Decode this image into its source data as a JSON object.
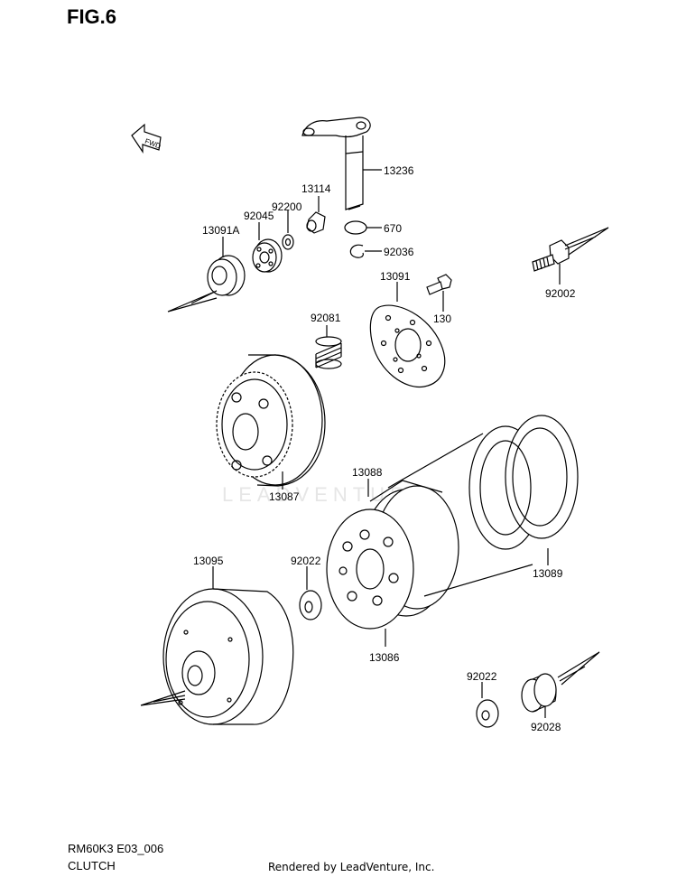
{
  "figure": {
    "title": "FIG.6"
  },
  "watermark": {
    "text": "LEADVENTURE",
    "color": "#e6e6e6"
  },
  "fwd_arrow": {
    "text": "FWD"
  },
  "parts": {
    "p13236": "13236",
    "p13114": "13114",
    "p92200": "92200",
    "p92045": "92045",
    "p13091A": "13091A",
    "p670": "670",
    "p92036": "92036",
    "p92002": "92002",
    "p13091": "13091",
    "p130": "130",
    "p92081": "92081",
    "p13087": "13087",
    "p13088": "13088",
    "p13089": "13089",
    "p13095": "13095",
    "p92022a": "92022",
    "p13086": "13086",
    "p92022b": "92022",
    "p92028": "92028"
  },
  "footer": {
    "model": "RM60K3 E03_006",
    "section": "CLUTCH",
    "credit": "Rendered by LeadVenture, Inc."
  }
}
